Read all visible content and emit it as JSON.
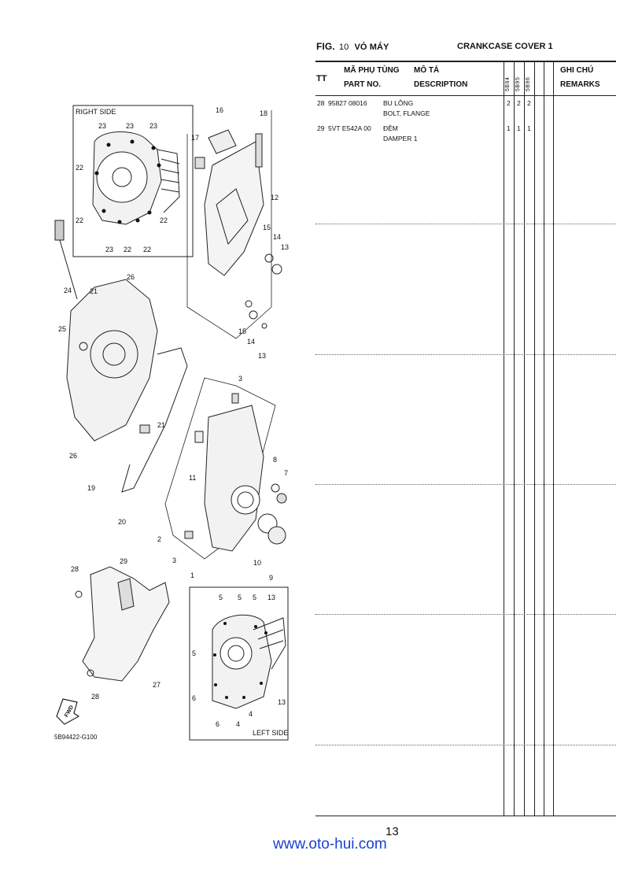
{
  "header": {
    "fig_label": "FIG.",
    "fig_number": "10",
    "title_vn": "VỎ MÁY",
    "title_en": "CRANKCASE COVER 1"
  },
  "table": {
    "col_tt": "TT",
    "col_part_vn": "MÃ PHỤ TÙNG",
    "col_part_en": "PART NO.",
    "col_desc_vn": "MÔ TẢ",
    "col_desc_en": "DESCRIPTION",
    "models": [
      "5B94",
      "5B95",
      "5B96"
    ],
    "col_remarks_vn": "GHI CHÚ",
    "col_remarks_en": "REMARKS",
    "rows": [
      {
        "tt": "28",
        "part_no": "95827 08016",
        "desc_vn": "BU LÔNG",
        "desc_en": "BOLT, FLANGE",
        "q1": "2",
        "q2": "2",
        "q3": "2"
      },
      {
        "tt": "29",
        "part_no": "5VT E542A 00",
        "desc_vn": "ĐỆM",
        "desc_en": "DAMPER 1",
        "q1": "1",
        "q2": "1",
        "q3": "1"
      }
    ]
  },
  "diagram": {
    "code": "5B94422-G100",
    "right_side_label": "RIGHT SIDE",
    "left_side_label": "LEFT SIDE",
    "fwd_label": "FWD",
    "callouts": {
      "n1": "1",
      "n2": "2",
      "n3": "3",
      "n4": "4",
      "n5": "5",
      "n6": "6",
      "n7": "7",
      "n8": "8",
      "n9": "9",
      "n10": "10",
      "n11": "11",
      "n12": "12",
      "n13": "13",
      "n14": "14",
      "n15": "15",
      "n16": "16",
      "n17": "17",
      "n18": "18",
      "n19": "19",
      "n20": "20",
      "n21": "21",
      "n22": "22",
      "n23": "23",
      "n24": "24",
      "n25": "25",
      "n26": "26",
      "n27": "27",
      "n28": "28",
      "n29": "29"
    }
  },
  "footer": {
    "page_number": "13",
    "website": "www.oto-hui.com"
  }
}
